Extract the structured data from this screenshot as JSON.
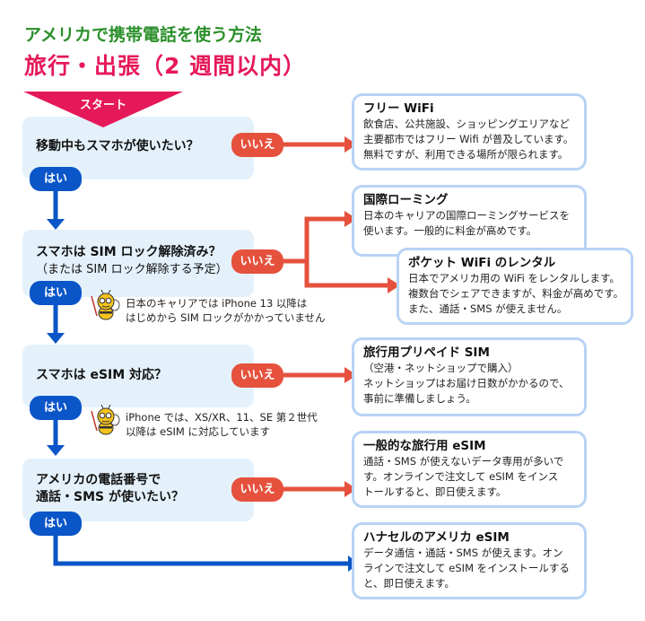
{
  "header": {
    "title": "アメリカで携帯電話を使う方法",
    "subtitle": "旅行・出張（2 週間以内）"
  },
  "start_label": "スタート",
  "yes_label": "はい",
  "no_label": "いいえ",
  "colors": {
    "title_green": "#2a8f2a",
    "accent_pink": "#e5195a",
    "yes_blue": "#0a55c8",
    "no_red": "#e5513d",
    "question_bg": "#e4f1fb",
    "answer_border": "#b8d3f5"
  },
  "questions": [
    {
      "lines": [
        "移動中もスマホが使いたい？"
      ]
    },
    {
      "lines": [
        "スマホは SIM ロック解除済み？"
      ],
      "sub": "（または SIM ロック解除する予定）"
    },
    {
      "lines": [
        "スマホは eSIM 対応？"
      ]
    },
    {
      "lines": [
        "アメリカの電話番号で",
        "通話・SMS が使いたい？"
      ]
    }
  ],
  "notes": [
    {
      "icon": "bee-mascot-icon",
      "lines": [
        "日本のキャリアでは iPhone 13 以降は",
        "はじめから SIM ロックがかかっていません"
      ]
    },
    {
      "icon": "bee-mascot-icon",
      "lines": [
        "iPhone では、XS/XR、11、SE 第２世代",
        "以降は eSIM に対応しています"
      ]
    }
  ],
  "answers": [
    {
      "title": "フリー WiFi",
      "lines": [
        "飲食店、公共施設、ショッピングエリアなど",
        "主要都市ではフリー Wifi が普及しています。",
        "無料ですが、利用できる場所が限られます。"
      ]
    },
    {
      "title": "国際ローミング",
      "lines": [
        "日本のキャリアの国際ローミングサービスを",
        "使います。一般的に料金が高めです。"
      ]
    },
    {
      "title": "ポケット WiFi のレンタル",
      "lines": [
        "日本でアメリカ用の WiFi をレンタルします。",
        "複数台でシェアできますが、料金が高めです。",
        "また、通話・SMS が使えません。"
      ]
    },
    {
      "title": "旅行用プリペイド SIM",
      "lines": [
        "（空港・ネットショップで購入）",
        "ネットショップはお届け日数がかかるので、",
        "事前に準備しましょう。"
      ]
    },
    {
      "title": "一般的な旅行用 eSIM",
      "lines": [
        "通話・SMS が使えないデータ専用が多いで",
        "す。オンラインで注文して eSIM をインス",
        "トールすると、即日使えます。"
      ]
    },
    {
      "title": "ハナセルのアメリカ eSIM",
      "lines": [
        "データ通信・通話・SMS が使えます。オン",
        "ラインで注文して eSIM をインストールする",
        "と、即日使えます。"
      ]
    }
  ]
}
